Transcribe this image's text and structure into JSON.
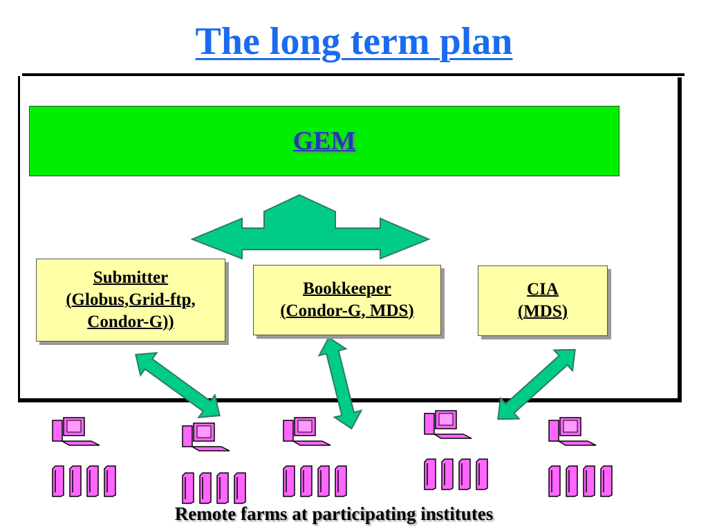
{
  "slide": {
    "title": "The long term plan",
    "gem_label": "GEM",
    "boxes": {
      "submitter": [
        "Submitter",
        "(Globus,Grid-ftp,",
        "Condor-G))"
      ],
      "bookkeeper": [
        "Bookkeeper",
        "(Condor-G, MDS)"
      ],
      "cia": [
        "CIA",
        "(MDS)"
      ]
    },
    "caption": "Remote farms at participating institutes"
  },
  "colors": {
    "title": "#1a6bf0",
    "gem_bar": "#00ee00",
    "gem_text": "#1a3fb0",
    "box_fill": "#ffffa8",
    "arrow_fill": "#00cc88",
    "computer_fill": "#ff66ff"
  },
  "icons": [
    "double-arrow-icon",
    "computer-icon",
    "server-rack-icon"
  ]
}
